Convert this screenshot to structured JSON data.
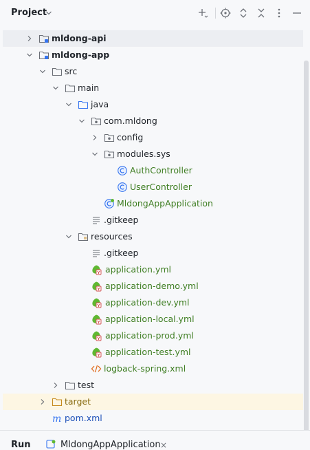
{
  "header": {
    "title": "Project"
  },
  "tree": [
    {
      "label": "mldong-api",
      "expanded": false,
      "icon": "module-folder-icon",
      "bold": true
    },
    {
      "label": "mldong-app",
      "expanded": true,
      "icon": "module-folder-icon",
      "bold": true
    },
    {
      "label": "src",
      "expanded": true,
      "icon": "folder-icon"
    },
    {
      "label": "main",
      "expanded": true,
      "icon": "folder-icon"
    },
    {
      "label": "java",
      "expanded": true,
      "icon": "source-folder-icon"
    },
    {
      "label": "com.mldong",
      "expanded": true,
      "icon": "package-icon"
    },
    {
      "label": "config",
      "expanded": false,
      "icon": "package-icon"
    },
    {
      "label": "modules.sys",
      "expanded": true,
      "icon": "package-icon"
    },
    {
      "label": "AuthController",
      "icon": "class-icon"
    },
    {
      "label": "UserController",
      "icon": "class-icon"
    },
    {
      "label": "MldongAppApplication",
      "icon": "spring-boot-class-icon"
    },
    {
      "label": ".gitkeep",
      "icon": "text-file-icon"
    },
    {
      "label": "resources",
      "expanded": true,
      "icon": "resources-folder-icon"
    },
    {
      "label": ".gitkeep",
      "icon": "text-file-icon"
    },
    {
      "label": "application.yml",
      "icon": "spring-yaml-icon"
    },
    {
      "label": "application-demo.yml",
      "icon": "spring-yaml-icon"
    },
    {
      "label": "application-dev.yml",
      "icon": "spring-yaml-icon"
    },
    {
      "label": "application-local.yml",
      "icon": "spring-yaml-icon"
    },
    {
      "label": "application-prod.yml",
      "icon": "spring-yaml-icon"
    },
    {
      "label": "application-test.yml",
      "icon": "spring-yaml-icon"
    },
    {
      "label": "logback-spring.xml",
      "icon": "xml-file-icon"
    },
    {
      "label": "test",
      "expanded": false,
      "icon": "folder-icon"
    },
    {
      "label": "target",
      "expanded": false,
      "icon": "excluded-folder-icon"
    },
    {
      "label": "pom.xml",
      "icon": "maven-icon"
    }
  ],
  "bottom": {
    "run_label": "Run",
    "tab_label": "MldongAppApplication",
    "tab_close": "×"
  },
  "colors": {
    "green_text": "#3f7e23",
    "blue_text": "#1c4fb8",
    "olive_text": "#8a6d13",
    "highlight": "#fdf6e3"
  }
}
